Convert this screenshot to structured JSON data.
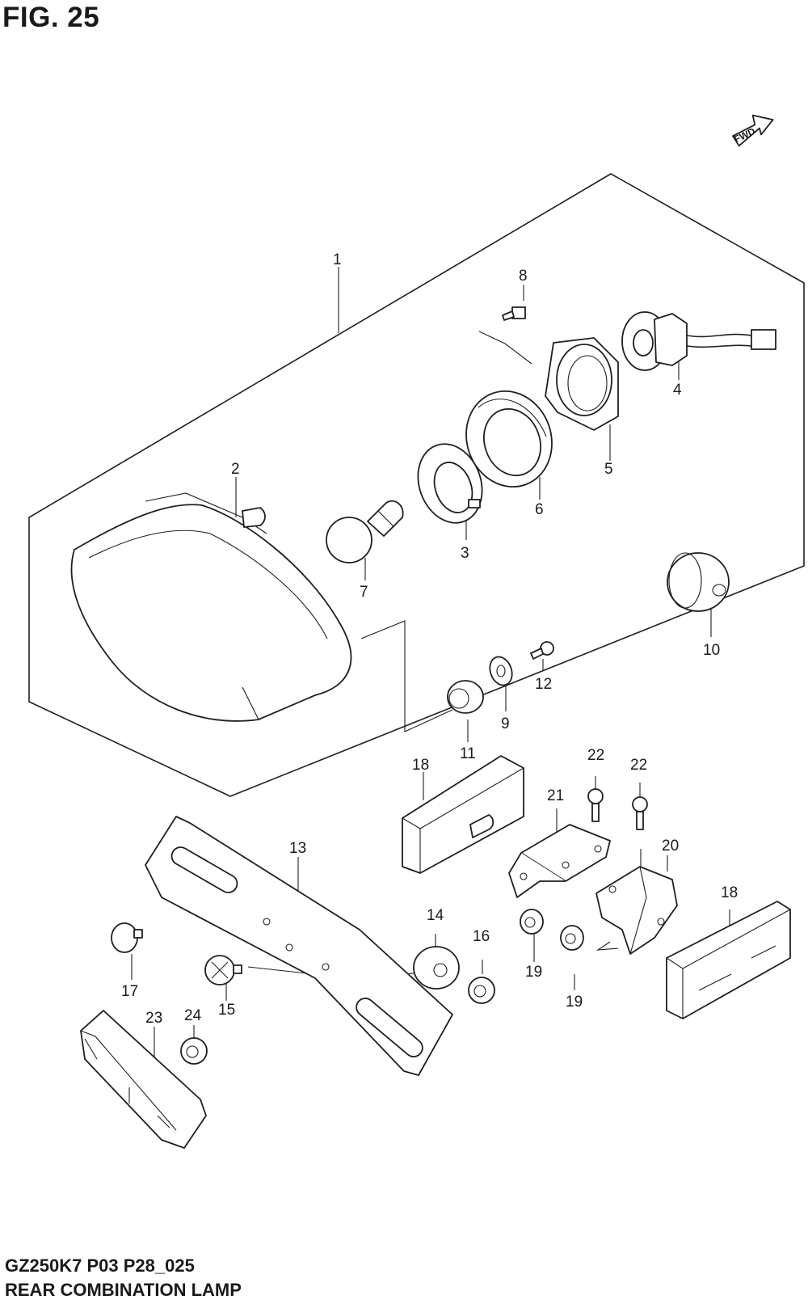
{
  "figure": {
    "title": "FIG. 25",
    "code": "GZ250K7 P03 P28_025",
    "name": "REAR COMBINATION LAMP",
    "direction_marker": "FWD"
  },
  "callouts": [
    {
      "part": "1",
      "name": "callout-1"
    },
    {
      "part": "2",
      "name": "callout-2"
    },
    {
      "part": "3",
      "name": "callout-3"
    },
    {
      "part": "4",
      "name": "callout-4"
    },
    {
      "part": "5",
      "name": "callout-5"
    },
    {
      "part": "6",
      "name": "callout-6"
    },
    {
      "part": "7",
      "name": "callout-7"
    },
    {
      "part": "8",
      "name": "callout-8"
    },
    {
      "part": "9",
      "name": "callout-9"
    },
    {
      "part": "10",
      "name": "callout-10"
    },
    {
      "part": "11",
      "name": "callout-11"
    },
    {
      "part": "12",
      "name": "callout-12"
    },
    {
      "part": "13",
      "name": "callout-13"
    },
    {
      "part": "14",
      "name": "callout-14"
    },
    {
      "part": "15",
      "name": "callout-15"
    },
    {
      "part": "16",
      "name": "callout-16"
    },
    {
      "part": "17",
      "name": "callout-17"
    },
    {
      "part": "18",
      "name": "callout-18-left"
    },
    {
      "part": "18",
      "name": "callout-18-right"
    },
    {
      "part": "19",
      "name": "callout-19-upper"
    },
    {
      "part": "19",
      "name": "callout-19-lower"
    },
    {
      "part": "20",
      "name": "callout-20"
    },
    {
      "part": "21",
      "name": "callout-21"
    },
    {
      "part": "22",
      "name": "callout-22-left"
    },
    {
      "part": "22",
      "name": "callout-22-right"
    },
    {
      "part": "23",
      "name": "callout-23"
    },
    {
      "part": "24",
      "name": "callout-24"
    }
  ]
}
